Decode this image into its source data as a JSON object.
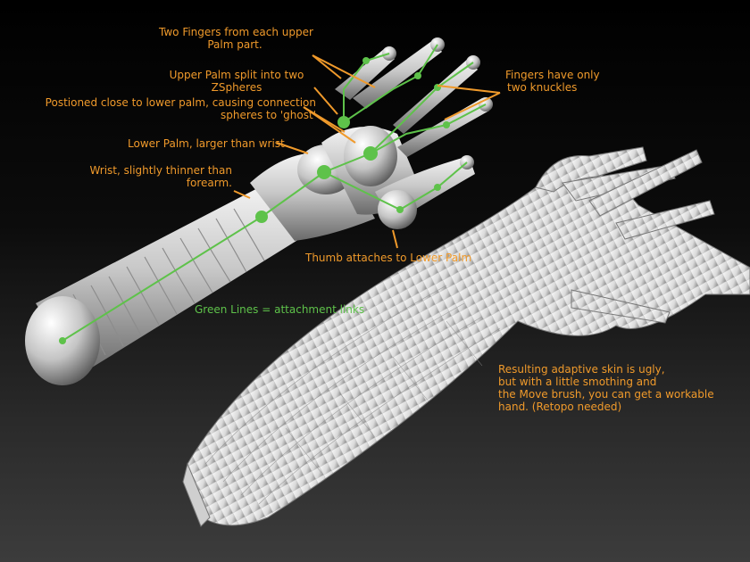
{
  "annotations": {
    "two_fingers": [
      "Two Fingers from each upper",
      "Palm part."
    ],
    "upper_palm": [
      "Upper Palm split into two",
      "ZSpheres"
    ],
    "positioned": [
      "Postioned close to lower palm, causing connection",
      "spheres to 'ghost'"
    ],
    "fingers_knuckles": [
      "Fingers have only",
      "two knuckles"
    ],
    "lower_palm": "Lower Palm, larger than wrist",
    "wrist": [
      "Wrist, slightly thinner than",
      "forearm."
    ],
    "thumb": "Thumb attaches to Lower Palm",
    "green_lines": "Green Lines = attachment links",
    "resulting": [
      "Resulting adaptive skin is ugly,",
      "but with a little smothing and",
      "the Move brush, you can get a workable",
      "hand.  (Retopo needed)"
    ]
  },
  "colors": {
    "annotation_text": "#f09a2b",
    "link_lines": "#5ec24a",
    "background_top": "#000000",
    "background_bottom": "#3c3c3c",
    "model_surface": "#d8d8d8"
  }
}
